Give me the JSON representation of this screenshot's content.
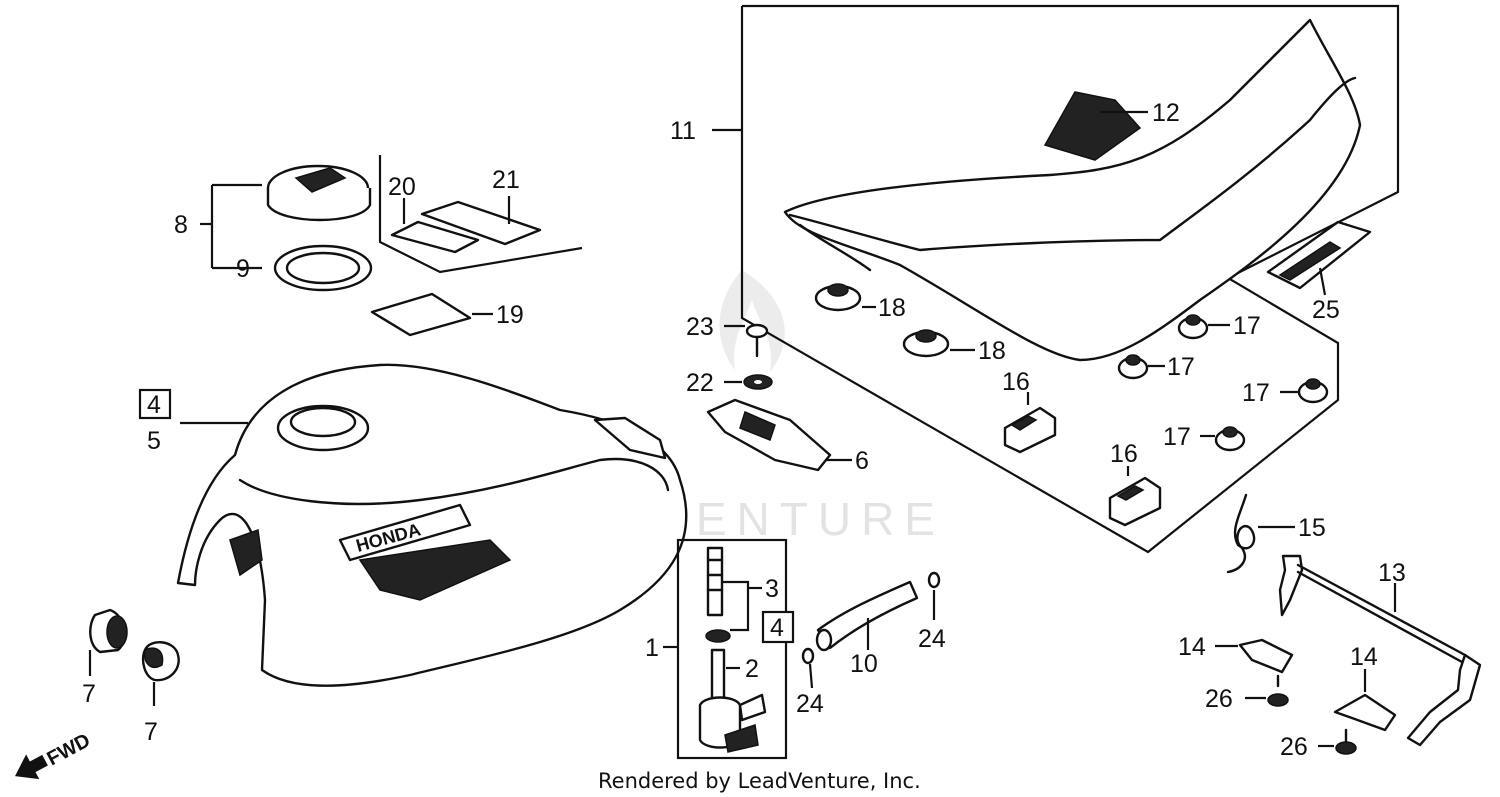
{
  "watermark": "LEADVENTURE",
  "footer": "Rendered by LeadVenture, Inc.",
  "fwd_label": "FWD",
  "tank_emblem": "HONDA",
  "callouts": {
    "c1": "1",
    "c2": "2",
    "c3": "3",
    "c4a": "4",
    "c4b": "4",
    "c5": "5",
    "c6": "6",
    "c7a": "7",
    "c7b": "7",
    "c8": "8",
    "c9": "9",
    "c10": "10",
    "c11": "11",
    "c12": "12",
    "c13": "13",
    "c14a": "14",
    "c14b": "14",
    "c15": "15",
    "c16a": "16",
    "c16b": "16",
    "c17a": "17",
    "c17b": "17",
    "c17c": "17",
    "c17d": "17",
    "c18a": "18",
    "c18b": "18",
    "c19": "19",
    "c20": "20",
    "c21": "21",
    "c22": "22",
    "c23": "23",
    "c24a": "24",
    "c24b": "24",
    "c25": "25",
    "c26a": "26",
    "c26b": "26"
  }
}
